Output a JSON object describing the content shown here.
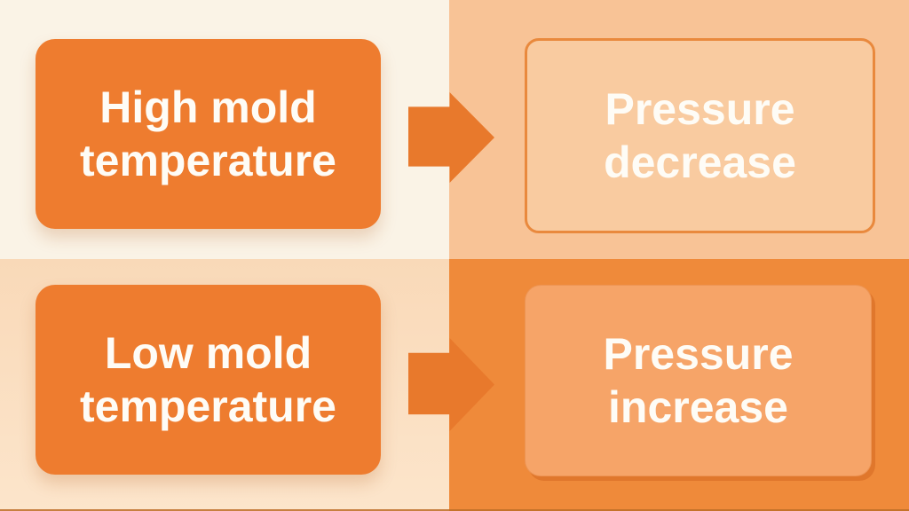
{
  "flow": {
    "rows": [
      {
        "cause": "High mold temperature",
        "effect": "Pressure decrease"
      },
      {
        "cause": "Low mold temperature",
        "effect": "Pressure increase"
      }
    ]
  },
  "colors": {
    "top_left_bg": "#FAF3E6",
    "top_right_bg": "#F8C396",
    "bottom_left_bg": "#F9D9B8",
    "bottom_left_bg2": "#FCE5CB",
    "bottom_right_bg": "#EF8A3A",
    "cause_box_fill": "#EE7C2F",
    "effect_top_fill": "#F9CBA0",
    "effect_top_border": "#E9893D",
    "effect_bottom_fill": "#F6A468",
    "effect_bottom_edge": "#E0772C",
    "arrow_fill": "#E8792C",
    "label_color": "#FEFCF6",
    "bottom_edge_line": "#BD6E28"
  }
}
